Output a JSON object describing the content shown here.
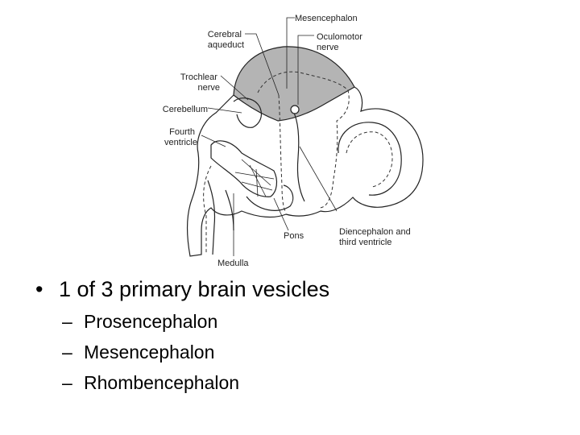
{
  "figure": {
    "labels": {
      "mesencephalon": "Mesencephalon",
      "cerebral_aqueduct": [
        "Cerebral",
        "aqueduct"
      ],
      "oculomotor_nerve": [
        "Oculomotor",
        "nerve"
      ],
      "trochlear_nerve": [
        "Trochlear",
        "nerve"
      ],
      "cerebellum": "Cerebellum",
      "fourth_ventricle": [
        "Fourth",
        "ventricle"
      ],
      "diencephalon": [
        "Diencephalon and",
        "third ventricle"
      ],
      "pons": "Pons",
      "medulla": "Medulla"
    },
    "highlight_color": "#b4b4b4"
  },
  "bullets": {
    "main": "1 of 3 primary brain vesicles",
    "bullet_symbol": "•",
    "sub_symbol": "–",
    "items": [
      "Prosencephalon",
      "Mesencephalon",
      "Rhombencephalon"
    ]
  }
}
